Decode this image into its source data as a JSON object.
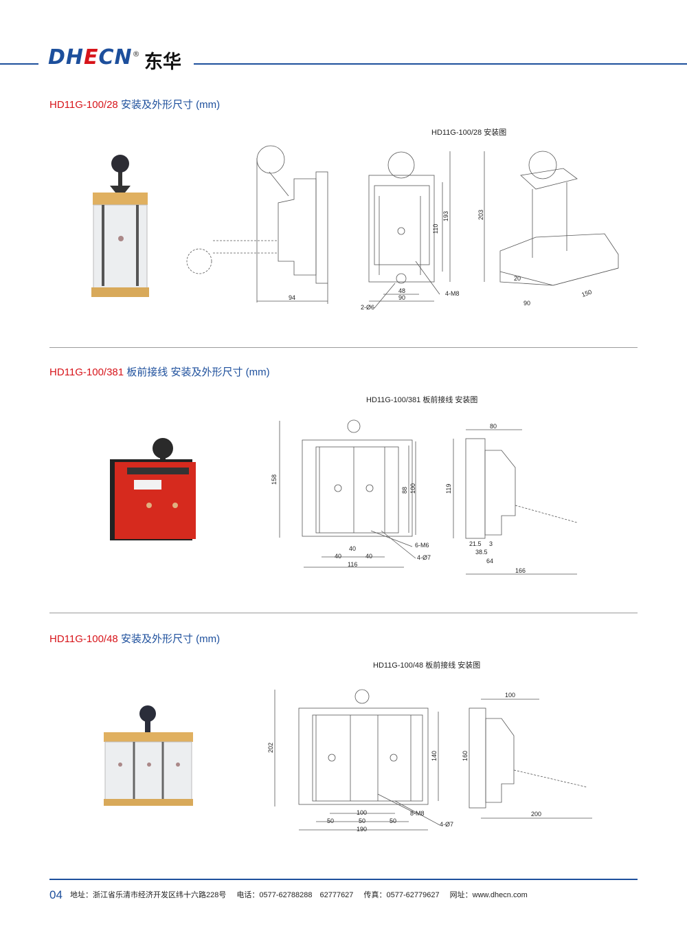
{
  "header": {
    "logo_latin": "DHECN",
    "logo_cn": "东华",
    "registered": "®"
  },
  "sections": [
    {
      "model": "HD11G-100/28",
      "title": "安装及外形尺寸 (mm)",
      "caption": "HD11G-100/28 安装图",
      "dims": {
        "side_width": "94",
        "front_w1": "48",
        "front_w2": "90",
        "front_h1": "110",
        "front_h2": "193",
        "holes": "2-Ø6",
        "bolts": "4-M8",
        "iso_h": "203",
        "iso_a": "20",
        "iso_w": "90",
        "iso_d": "150"
      }
    },
    {
      "model": "HD11G-100/381",
      "title": "板前接线 安装及外形尺寸 (mm)",
      "caption": "HD11G-100/381 板前接线 安装图",
      "dims": {
        "h_total": "158",
        "h1": "88",
        "h2": "100",
        "p1": "40",
        "p2": "40",
        "p3": "40",
        "w": "116",
        "bolts": "6-M6",
        "holes": "4-Ø7",
        "side_top": "80",
        "side_h": "119",
        "s1": "21.5",
        "s2": "3",
        "s3": "38.5",
        "s4": "64",
        "s5": "166"
      }
    },
    {
      "model": "HD11G-100/48",
      "title": "安装及外形尺寸 (mm)",
      "caption": "HD11G-100/48 板前接线 安装图",
      "dims": {
        "h_total": "202",
        "h1": "140",
        "p1": "50",
        "p2": "50",
        "p3": "100",
        "mid": "50",
        "w": "190",
        "bolts": "8-M8",
        "holes": "4-Ø7",
        "side_top": "100",
        "side_h": "160",
        "side_w": "200"
      }
    }
  ],
  "footer": {
    "page": "04",
    "address": "地址：浙江省乐清市经济开发区纬十六路228号",
    "phone": "电话：0577-62788288　62777627",
    "fax": "传真：0577-62779627",
    "web": "网址：www.dhecn.com"
  },
  "colors": {
    "brand_blue": "#1d4f9c",
    "brand_red": "#d7141a"
  }
}
